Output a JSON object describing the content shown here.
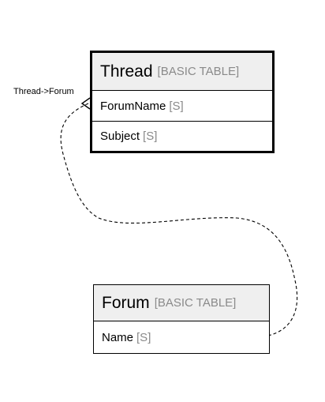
{
  "diagram": {
    "relationship": {
      "label": "Thread->Forum"
    },
    "tables": {
      "thread": {
        "name": "Thread",
        "type": "[BASIC TABLE]",
        "fields": [
          {
            "name": "ForumName",
            "type": "[S]"
          },
          {
            "name": "Subject",
            "type": "[S]"
          }
        ]
      },
      "forum": {
        "name": "Forum",
        "type": "[BASIC TABLE]",
        "fields": [
          {
            "name": "Name",
            "type": "[S]"
          }
        ]
      }
    }
  }
}
